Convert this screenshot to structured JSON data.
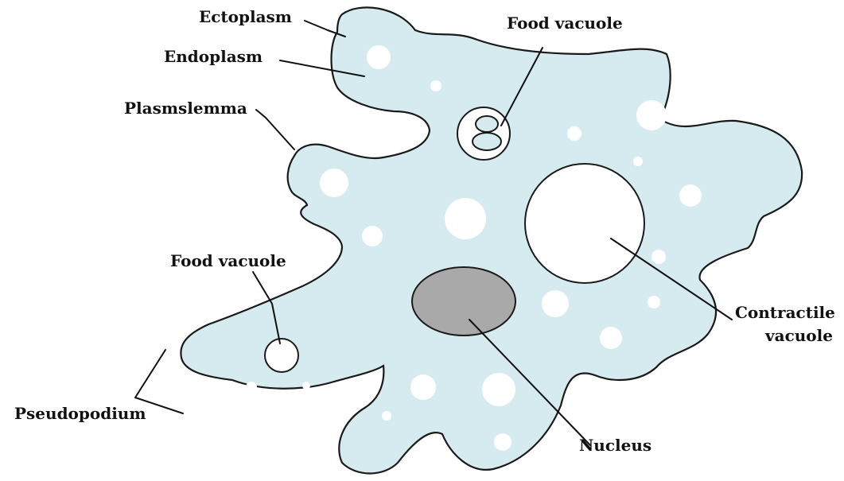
{
  "labels": {
    "ectoplasm": "Ectoplasm",
    "endoplasm": "Endoplasm",
    "food_vacuole_top": "Food vacuole",
    "plasmalemma": "Plasmslemma",
    "food_vacuole_left": "Food vacuole",
    "contractile_line1": "Contractile",
    "contractile_line2": "vacuole",
    "pseudopodium": "Pseudopodium",
    "nucleus": "Nucleus"
  },
  "colors": {
    "cytoplasm": "#d6ebef",
    "outline": "#1a1a1a",
    "nucleus": "#a9a9a9",
    "vacuole": "#ffffff",
    "granule": "#ffffff"
  }
}
